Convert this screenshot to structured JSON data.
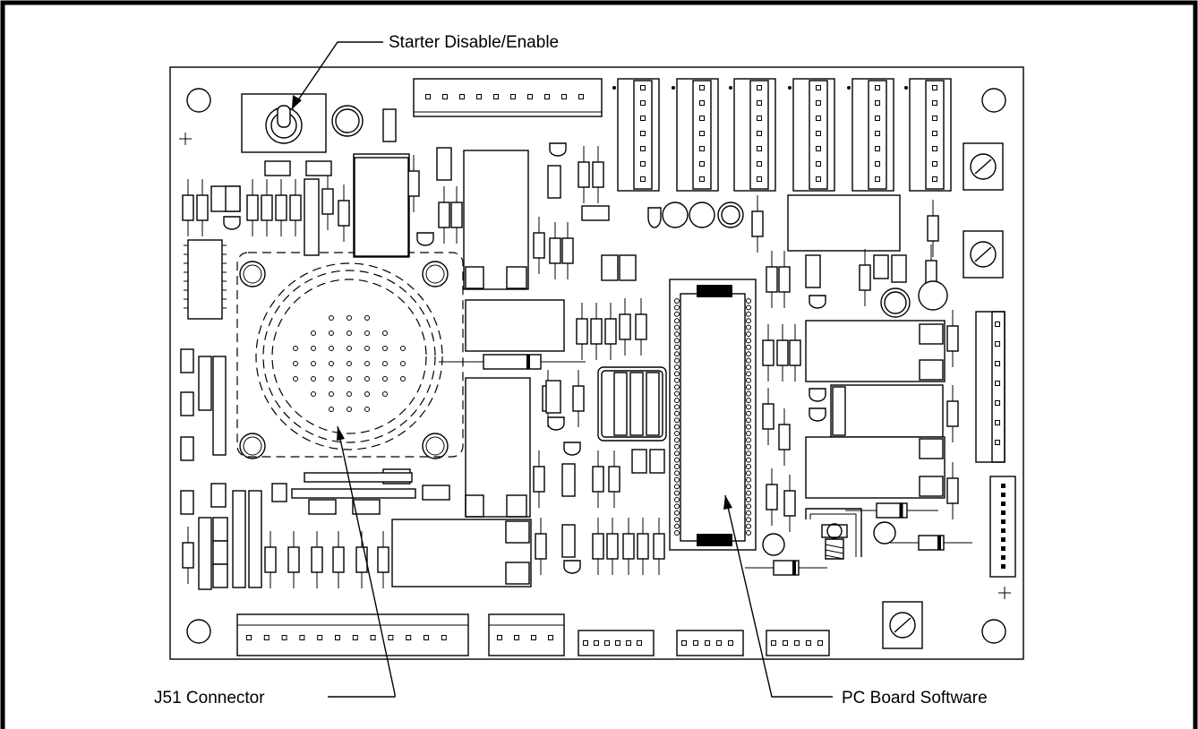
{
  "labels": {
    "starter": "Starter Disable/Enable",
    "j51": "J51 Connector",
    "pcsoft": "PC Board Software"
  }
}
